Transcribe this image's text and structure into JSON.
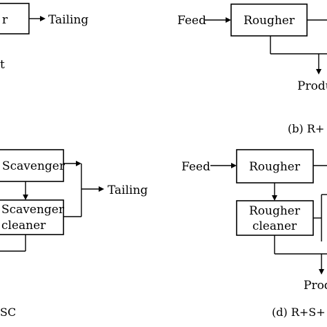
{
  "panel_a": {
    "box_label": "r",
    "output_label": "Tailing",
    "fragment_label": "t"
  },
  "panel_b": {
    "input_label": "Feed",
    "box_label": "Rougher",
    "product_label": "Produ",
    "caption": "(b) R+"
  },
  "panel_c": {
    "box1_label": "Scavenger",
    "box2_line1": "Scavenger",
    "box2_line2": "cleaner",
    "output_label": "Tailing",
    "caption": "SC"
  },
  "panel_d": {
    "input_label": "Feed",
    "box1_label": "Rougher",
    "box2_line1": "Rougher",
    "box2_line2": "cleaner",
    "product_label": "Prod",
    "caption": "(d) R+S+"
  }
}
